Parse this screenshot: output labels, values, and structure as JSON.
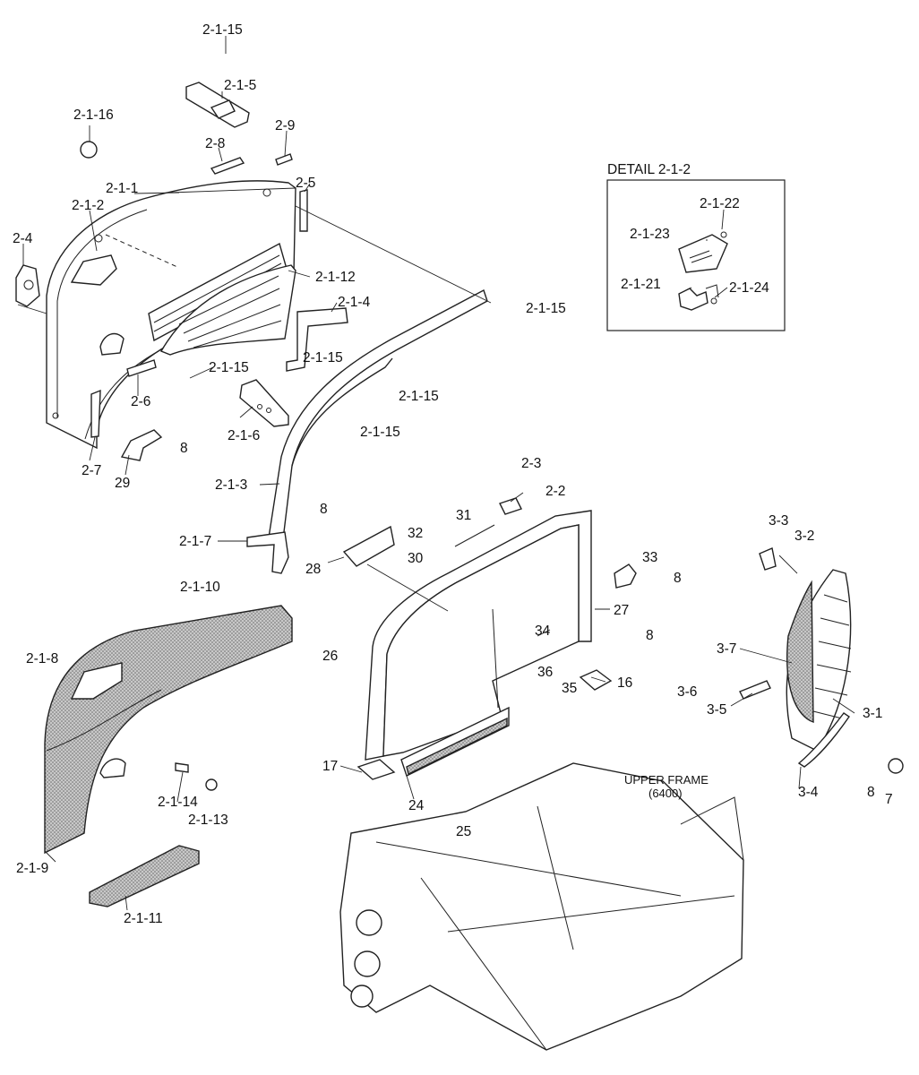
{
  "detail": {
    "title": "DETAIL 2-1-2",
    "labels": [
      "2-1-22",
      "2-1-23",
      "2-1-21",
      "2-1-24"
    ]
  },
  "upper_frame": {
    "line1": "UPPER FRAME",
    "line2": "(6400)"
  },
  "callouts": [
    "2-1-15",
    "2-1-5",
    "2-1-16",
    "2-8",
    "2-9",
    "2-1-1",
    "2-5",
    "2-1-2",
    "2-4",
    "2-1-12",
    "2-1-4",
    "2-1-15",
    "2-1-15",
    "2-1-15",
    "2-6",
    "2-1-15",
    "2-1-6",
    "2-1-15",
    "8",
    "2-7",
    "29",
    "2-1-3",
    "2-3",
    "2-2",
    "8",
    "31",
    "32",
    "30",
    "2-1-7",
    "28",
    "33",
    "8",
    "3-3",
    "3-2",
    "27",
    "34",
    "8",
    "2-1-10",
    "2-1-8",
    "26",
    "36",
    "35",
    "16",
    "3-7",
    "3-6",
    "3-5",
    "3-1",
    "17",
    "24",
    "25",
    "2-1-14",
    "2-1-13",
    "3-4",
    "8",
    "7",
    "2-1-9",
    "2-1-11"
  ]
}
